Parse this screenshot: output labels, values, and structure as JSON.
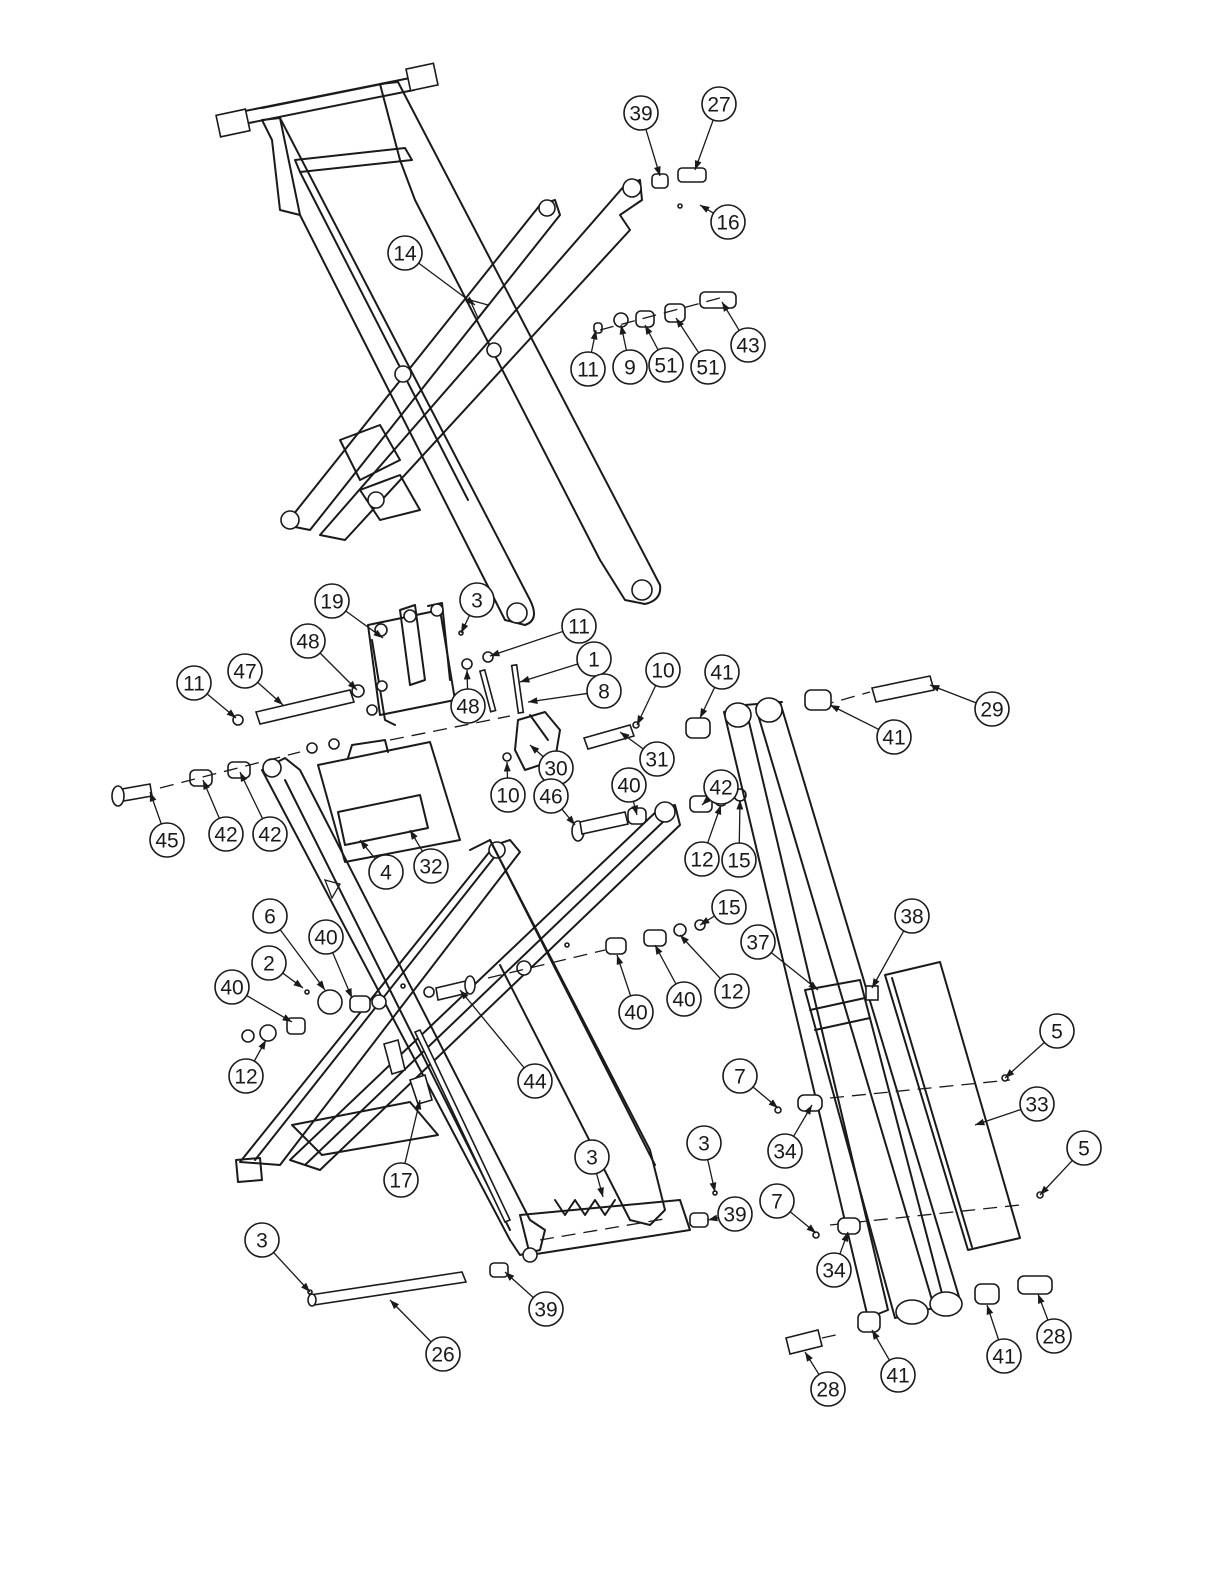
{
  "diagram": {
    "type": "exploded-parts-diagram",
    "style": {
      "line_color": "#1a1a1a",
      "background": "#ffffff"
    },
    "callouts": [
      {
        "id": "c-39-top",
        "label": "39"
      },
      {
        "id": "c-27",
        "label": "27"
      },
      {
        "id": "c-16",
        "label": "16"
      },
      {
        "id": "c-14",
        "label": "14"
      },
      {
        "id": "c-11-top",
        "label": "11"
      },
      {
        "id": "c-9",
        "label": "9"
      },
      {
        "id": "c-51-a",
        "label": "51"
      },
      {
        "id": "c-51-b",
        "label": "51"
      },
      {
        "id": "c-43",
        "label": "43"
      },
      {
        "id": "c-19",
        "label": "19"
      },
      {
        "id": "c-3-a",
        "label": "3"
      },
      {
        "id": "c-11-mid",
        "label": "11"
      },
      {
        "id": "c-1",
        "label": "1"
      },
      {
        "id": "c-48-a",
        "label": "48"
      },
      {
        "id": "c-47",
        "label": "47"
      },
      {
        "id": "c-11-left",
        "label": "11"
      },
      {
        "id": "c-48-b",
        "label": "48"
      },
      {
        "id": "c-8",
        "label": "8"
      },
      {
        "id": "c-10-a",
        "label": "10"
      },
      {
        "id": "c-41-a",
        "label": "41"
      },
      {
        "id": "c-29",
        "label": "29"
      },
      {
        "id": "c-41-b",
        "label": "41"
      },
      {
        "id": "c-30",
        "label": "30"
      },
      {
        "id": "c-31",
        "label": "31"
      },
      {
        "id": "c-10-b",
        "label": "10"
      },
      {
        "id": "c-45",
        "label": "45"
      },
      {
        "id": "c-42-a",
        "label": "42"
      },
      {
        "id": "c-42-b",
        "label": "42"
      },
      {
        "id": "c-46",
        "label": "46"
      },
      {
        "id": "c-40-a",
        "label": "40"
      },
      {
        "id": "c-42-c",
        "label": "42"
      },
      {
        "id": "c-12-a",
        "label": "12"
      },
      {
        "id": "c-15-a",
        "label": "15"
      },
      {
        "id": "c-4",
        "label": "4"
      },
      {
        "id": "c-32",
        "label": "32"
      },
      {
        "id": "c-6",
        "label": "6"
      },
      {
        "id": "c-40-b",
        "label": "40"
      },
      {
        "id": "c-2",
        "label": "2"
      },
      {
        "id": "c-40-c",
        "label": "40"
      },
      {
        "id": "c-15-b",
        "label": "15"
      },
      {
        "id": "c-38",
        "label": "38"
      },
      {
        "id": "c-37",
        "label": "37"
      },
      {
        "id": "c-40-d",
        "label": "40"
      },
      {
        "id": "c-40-e",
        "label": "40"
      },
      {
        "id": "c-12-b",
        "label": "12"
      },
      {
        "id": "c-12-c",
        "label": "12"
      },
      {
        "id": "c-5-a",
        "label": "5"
      },
      {
        "id": "c-44",
        "label": "44"
      },
      {
        "id": "c-7-a",
        "label": "7"
      },
      {
        "id": "c-33",
        "label": "33"
      },
      {
        "id": "c-34-a",
        "label": "34"
      },
      {
        "id": "c-5-b",
        "label": "5"
      },
      {
        "id": "c-17",
        "label": "17"
      },
      {
        "id": "c-3-b",
        "label": "3"
      },
      {
        "id": "c-3-c",
        "label": "3"
      },
      {
        "id": "c-7-b",
        "label": "7"
      },
      {
        "id": "c-39-b",
        "label": "39"
      },
      {
        "id": "c-34-b",
        "label": "34"
      },
      {
        "id": "c-3-d",
        "label": "3"
      },
      {
        "id": "c-39-c",
        "label": "39"
      },
      {
        "id": "c-28-a",
        "label": "28"
      },
      {
        "id": "c-41-c",
        "label": "41"
      },
      {
        "id": "c-26",
        "label": "26"
      },
      {
        "id": "c-41-d",
        "label": "41"
      },
      {
        "id": "c-28-b",
        "label": "28"
      }
    ]
  }
}
